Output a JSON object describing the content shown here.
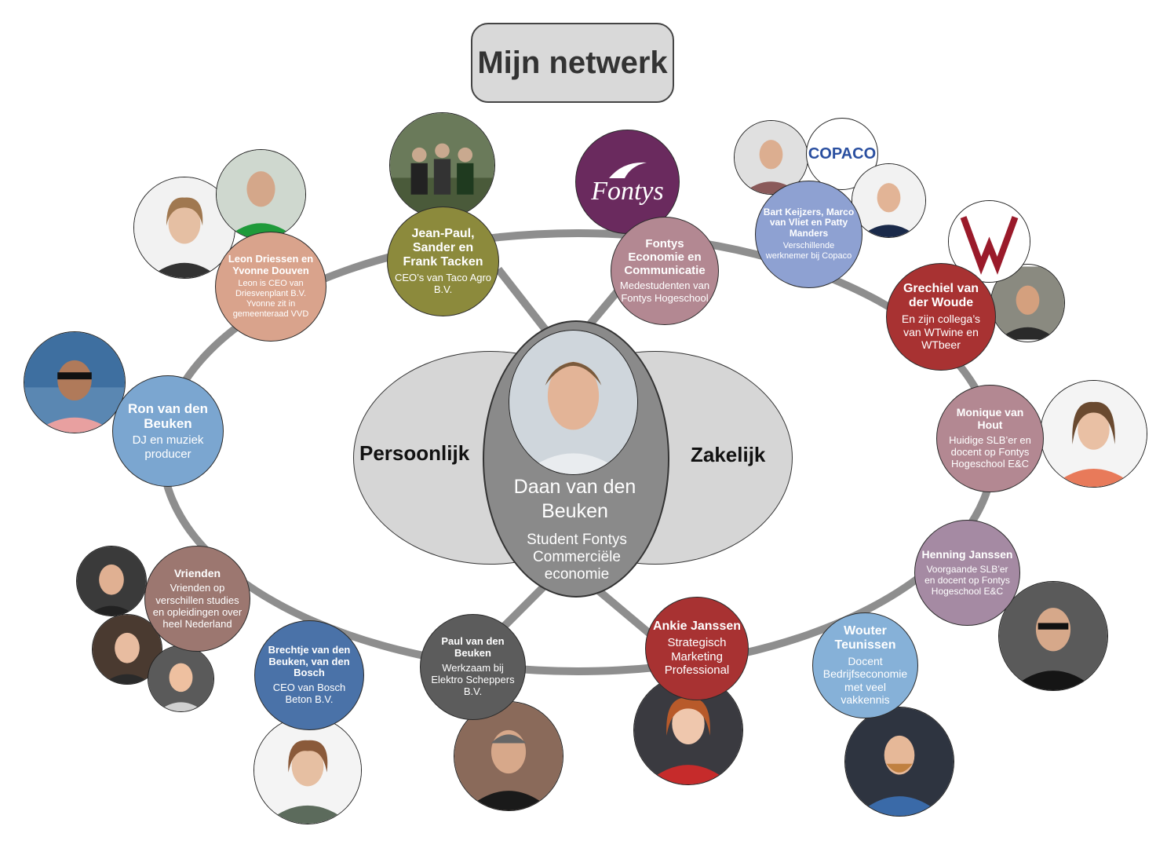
{
  "title": "Mijn netwerk",
  "center": {
    "name": "Daan van den Beuken",
    "subtitle": "Student Fontys Commerciële economie"
  },
  "labels": {
    "left": "Persoonlijk",
    "right": "Zakelijk"
  },
  "logo": {
    "text": "Fontys",
    "copaco": "COPACO"
  },
  "nodes": [
    {
      "name": "Jean-Paul, Sander en Frank Tacken",
      "desc": "CEO’s van Taco Agro B.V."
    },
    {
      "name": "Leon Driessen en Yvonne Douven",
      "desc": "Leon is CEO van Driesvenplant B.V. Yvonne zit in gemeenteraad VVD"
    },
    {
      "name": "Ron van den Beuken",
      "desc": "DJ en muziek producer"
    },
    {
      "name": "Vrienden",
      "desc": "Vrienden op verschillen studies en opleidingen over heel Nederland"
    },
    {
      "name": "Brechtje van den Beuken, van den Bosch",
      "desc": "CEO van Bosch Beton B.V."
    },
    {
      "name": "Paul van den Beuken",
      "desc": "Werkzaam bij Elektro Scheppers B.V."
    },
    {
      "name": "Ankie Janssen",
      "desc": "Strategisch Marketing Professional"
    },
    {
      "name": "Wouter Teunissen",
      "desc": "Docent Bedrijfseconomie met veel vakkennis"
    },
    {
      "name": "Henning Janssen",
      "desc": "Voorgaande SLB’er en docent op Fontys Hogeschool E&C"
    },
    {
      "name": "Monique van Hout",
      "desc": "Huidige SLB’er en docent op Fontys Hogeschool E&C"
    },
    {
      "name": "Grechiel van der Woude",
      "desc": "En zijn collega’s van WTwine en WTbeer"
    },
    {
      "name": "Bart Keijzers, Marco van Vliet en Patty Manders",
      "desc": "Verschillende werknemer bij Copaco"
    },
    {
      "name": "Fontys Economie en Communicatie",
      "desc": "Medestudenten van Fontys Hogeschool"
    }
  ],
  "colors": {
    "ring": "#8e8e8e",
    "olive": "#8c8a3c",
    "peach": "#d9a38c",
    "lightblue": "#7ba6d0",
    "brown": "#9c7770",
    "steelblue": "#4a72a8",
    "darkgray": "#5c5c5c",
    "red": "#a83232",
    "skyblue": "#86b1d8",
    "mauve": "#a58aa3",
    "rose": "#b38892",
    "periwinkle": "#8ea1d2",
    "fontys": "#6a2a5e"
  }
}
